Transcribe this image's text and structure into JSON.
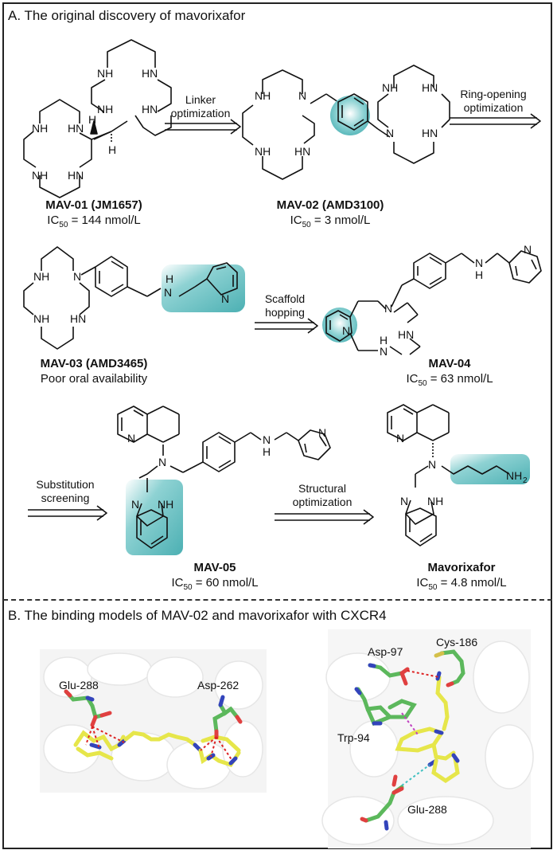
{
  "figure": {
    "section_a": {
      "title": "A. The original discovery of mavorixafor",
      "compounds": [
        {
          "id": "mav01",
          "name": "MAV-01  (JM1657)",
          "ic50_prefix": "IC",
          "ic50_sub": "50",
          "ic50_value": " = 144 nmol/L"
        },
        {
          "id": "mav02",
          "name": "MAV-02  (AMD3100)",
          "ic50_prefix": "IC",
          "ic50_sub": "50",
          "ic50_value": " = 3 nmol/L"
        },
        {
          "id": "mav03",
          "name": "MAV-03  (AMD3465)",
          "note": "Poor oral availability"
        },
        {
          "id": "mav04",
          "name": "MAV-04",
          "ic50_prefix": "IC",
          "ic50_sub": "50",
          "ic50_value": " = 63 nmol/L"
        },
        {
          "id": "mav05",
          "name": "MAV-05",
          "ic50_prefix": "IC",
          "ic50_sub": "50",
          "ic50_value": " = 60 nmol/L"
        },
        {
          "id": "mavorixafor",
          "name": "Mavorixafor",
          "ic50_prefix": "IC",
          "ic50_sub": "50",
          "ic50_value": " = 4.8 nmol/L"
        }
      ],
      "arrows": [
        {
          "line1": "Linker",
          "line2": "optimization"
        },
        {
          "line1": "Ring-opening",
          "line2": "optimization"
        },
        {
          "line1": "Scaffold",
          "line2": "hopping"
        },
        {
          "line1": "Substitution",
          "line2": "screening"
        },
        {
          "line1": "Structural",
          "line2": "optimization"
        }
      ],
      "atom_labels": {
        "nh": "NH",
        "hn": "HN",
        "n": "N",
        "h": "H",
        "nh2": "NH",
        "nh2_sub": "2"
      }
    },
    "section_b": {
      "title": "B. The binding models of MAV-02  and mavorixafor with CXCR4",
      "left_model": {
        "residues": [
          "Glu-288",
          "Asp-262"
        ]
      },
      "right_model": {
        "residues": [
          "Asp-97",
          "Cys-186",
          "Trp-94",
          "Glu-288"
        ]
      }
    },
    "colors": {
      "highlight_teal": "#5bbcbf",
      "ligand_yellow": "#e6e64a",
      "residue_green": "#5cb85c",
      "nitrogen_blue": "#3344bb",
      "oxygen_red": "#e04040",
      "hbond_red": "#dd2222",
      "pi_magenta": "#c040c0",
      "salt_cyan": "#40c0c0"
    }
  }
}
